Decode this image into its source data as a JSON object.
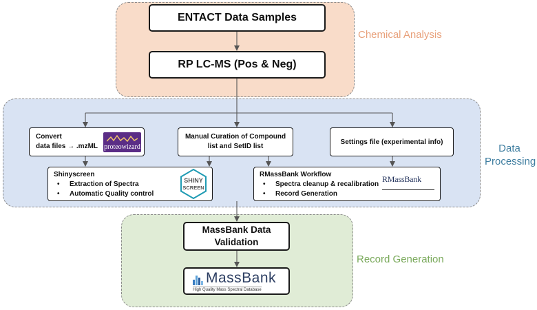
{
  "regions": {
    "chemical": "Chemical Analysis",
    "processing": "Data Processing",
    "record": "Record Generation"
  },
  "boxes": {
    "entact": "ENTACT Data Samples",
    "rplcms": "RP LC-MS (Pos & Neg)",
    "convert_line1": "Convert",
    "convert_line2": "data files → .mzML",
    "curation_line1": "Manual Curation of Compound",
    "curation_line2": "list and SetID list",
    "settings": "Settings file (experimental info)",
    "shiny_title": "Shinyscreen",
    "shiny_items": [
      "Extraction of Spectra",
      "Automatic Quality control"
    ],
    "rmb_title": "RMassBank Workflow",
    "rmb_items": [
      "Spectra cleanup & recalibration",
      "Record Generation"
    ],
    "validation_line1": "MassBank Data",
    "validation_line2": "Validation"
  },
  "logos": {
    "proteowizard": "proteowizard",
    "shinyscreen_line1": "SHINY",
    "shinyscreen_line2": "SCREEN",
    "rmassbank": "RMassBank",
    "massbank_title": "MassBank",
    "massbank_subtitle": "High Quality Mass Spectral Database"
  },
  "colors": {
    "chemical_fill": "#f9dcc9",
    "chemical_label": "#e8a07a",
    "processing_fill": "#d9e3f3",
    "processing_label": "#3f7ea0",
    "record_fill": "#e0ecd6",
    "record_label": "#79a95a",
    "proteowizard_bg": "#5b2d86"
  }
}
